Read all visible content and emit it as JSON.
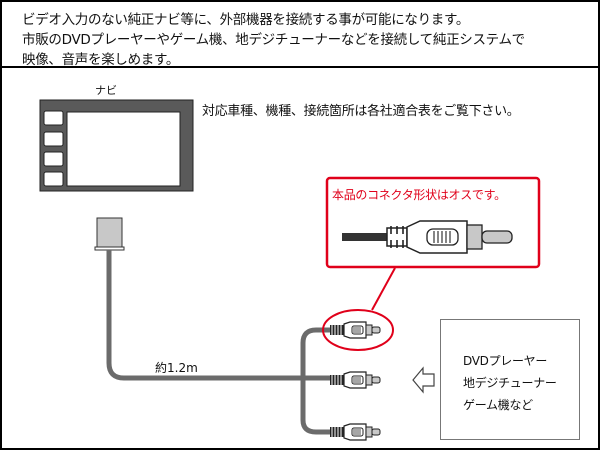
{
  "header": {
    "lines": [
      "ビデオ入力のない純正ナビ等に、外部機器を接続する事が可能になります。",
      "市販のDVDプレーヤーやゲーム機、地デジチューナーなどを接続して純正システムで",
      "映像、音声を楽しめます。"
    ]
  },
  "diagram": {
    "navi_label": "ナビ",
    "compatibility_note": "対応車種、機種、接続箇所は各社適合表をご覧下さい。",
    "callout_text": "本品のコネクタ形状はオスです。",
    "cable_length": "約1.2m",
    "devices": [
      "DVDプレーヤー",
      "地デジチューナー",
      "ゲーム機など"
    ],
    "colors": {
      "callout": "#e0001a",
      "cable": "#6b6b6b",
      "navi_body": "#5a5a5a"
    }
  }
}
